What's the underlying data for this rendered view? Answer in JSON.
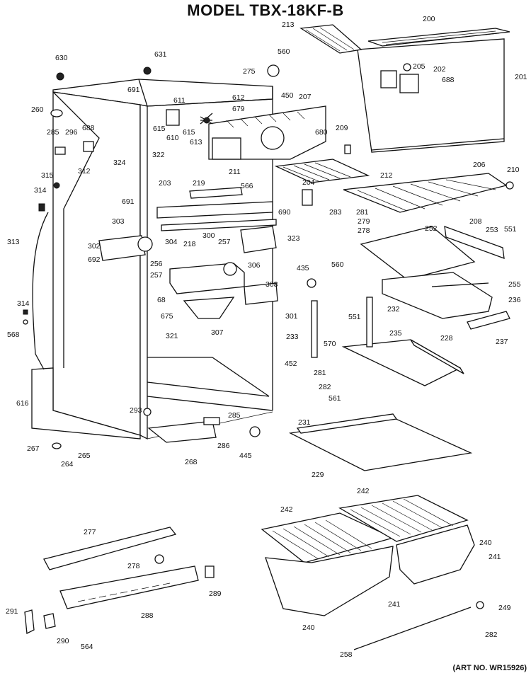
{
  "title": "MODEL TBX-18KF-B",
  "art_no": "(ART NO. WR15926)",
  "labels": {
    "l630": "630",
    "l631": "631",
    "l691a": "691",
    "l611": "611",
    "l612": "612",
    "l679": "679",
    "l213": "213",
    "l200": "200",
    "l560a": "560",
    "l275": "275",
    "l450": "450",
    "l207": "207",
    "l205": "205",
    "l202": "202",
    "l688a": "688",
    "l201": "201",
    "l260": "260",
    "l285a": "285",
    "l296": "296",
    "l688b": "688",
    "l615a": "615",
    "l610": "610",
    "l615b": "615",
    "l613": "613",
    "l680": "680",
    "l209": "209",
    "l322": "322",
    "l324": "324",
    "l211": "211",
    "l212": "212",
    "l206": "206",
    "l210": "210",
    "l315": "315",
    "l312": "312",
    "l314a": "314",
    "l203": "203",
    "l219": "219",
    "l566": "566",
    "l204": "204",
    "l283": "283",
    "l281a": "281",
    "l279": "279",
    "l278": "278",
    "l691b": "691",
    "l690": "690",
    "l208": "208",
    "l253": "253",
    "l551a": "551",
    "l313": "313",
    "l303": "303",
    "l302": "302",
    "l304": "304",
    "l218": "218",
    "l300": "300",
    "l257a": "257",
    "l323": "323",
    "l252": "252",
    "l692": "692",
    "l256": "256",
    "l306": "306",
    "l435": "435",
    "l560b": "560",
    "l257b": "257",
    "l68": "68",
    "l308": "308",
    "l255": "255",
    "l314b": "314",
    "l236": "236",
    "l675": "675",
    "l301": "301",
    "l232": "232",
    "l551b": "551",
    "l568": "568",
    "l307": "307",
    "l233": "233",
    "l570": "570",
    "l235": "235",
    "l228": "228",
    "l237": "237",
    "l321": "321",
    "l452": "452",
    "l281b": "281",
    "l282a": "282",
    "l616": "616",
    "l293": "293",
    "l285b": "285",
    "l561": "561",
    "l231": "231",
    "l267": "267",
    "l265": "265",
    "l286": "286",
    "l445": "445",
    "l264": "264",
    "l268": "268",
    "l229": "229",
    "l277": "277",
    "l242a": "242",
    "l242b": "242",
    "l240a": "240",
    "l278b": "278",
    "l241a": "241",
    "l289": "289",
    "l241b": "241",
    "l249": "249",
    "l288": "288",
    "l291": "291",
    "l240b": "240",
    "l290": "290",
    "l282b": "282",
    "l564": "564",
    "l258": "258"
  }
}
